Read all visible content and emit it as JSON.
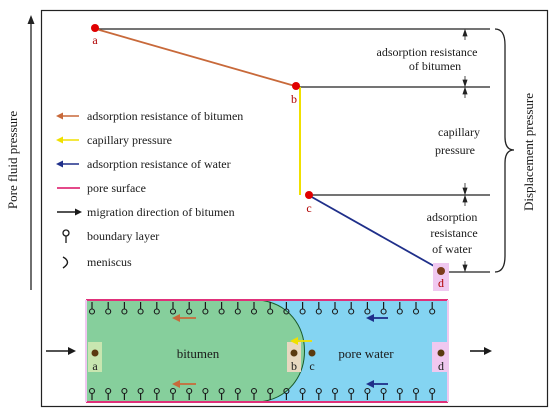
{
  "axis": {
    "pore_fluid_pressure": "Pore fluid pressure",
    "displacement_pressure": "Displacement pressure"
  },
  "points": {
    "a": "a",
    "b": "b",
    "c": "c",
    "d": "d"
  },
  "annotations": {
    "ads_bitumen_1": "adsorption resistance",
    "ads_bitumen_2": "of bitumen",
    "capillary_1": "capillary",
    "capillary_2": "pressure",
    "ads_water_1": "adsorption",
    "ads_water_2": "resistance",
    "ads_water_3": "of water"
  },
  "legend": [
    {
      "label": "adsorption resistance of bitumen",
      "color": "#c8693a"
    },
    {
      "label": "capillary pressure",
      "color": "#f0e000"
    },
    {
      "label": "adsorption resistance of water",
      "color": "#1f2f8a"
    },
    {
      "label": "pore surface",
      "color": "#e0307a"
    },
    {
      "label": "migration direction of bitumen",
      "color": "#1a1a1a"
    },
    {
      "label": "boundary layer",
      "color": "#1a1a1a"
    },
    {
      "label": "meniscus",
      "color": "#1a1a1a"
    }
  ],
  "pore": {
    "bitumen": "bitumen",
    "water": "pore  water"
  },
  "colors": {
    "bitumen_fill": "#86cf9c",
    "water_fill": "#84d4f2",
    "pore_edge": "#e0307a",
    "point": "#e00000"
  }
}
